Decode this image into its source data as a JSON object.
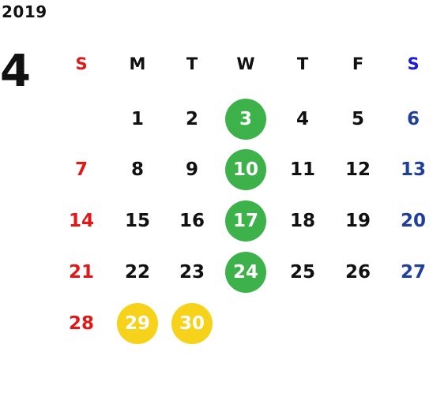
{
  "calendar": {
    "year": "2019",
    "month": "4",
    "weekdays": [
      "S",
      "M",
      "T",
      "W",
      "T",
      "F",
      "S"
    ],
    "weeks": [
      [
        "",
        "1",
        "2",
        "3",
        "4",
        "5",
        "6"
      ],
      [
        "7",
        "8",
        "9",
        "10",
        "11",
        "12",
        "13"
      ],
      [
        "14",
        "15",
        "16",
        "17",
        "18",
        "19",
        "20"
      ],
      [
        "21",
        "22",
        "23",
        "24",
        "25",
        "26",
        "27"
      ],
      [
        "28",
        "29",
        "30",
        "",
        "",
        "",
        ""
      ]
    ],
    "green_days": [
      "3",
      "10",
      "17",
      "24"
    ],
    "yellow_days": [
      "29",
      "30"
    ]
  },
  "colors": {
    "sunday": "#e01818",
    "saturday": "#1f3f9a",
    "saturday_header": "#1a1ae0",
    "weekday": "#111111",
    "green_mark": "#3db14a",
    "yellow_mark": "#f7d21a",
    "marked_text": "#ffffff"
  }
}
